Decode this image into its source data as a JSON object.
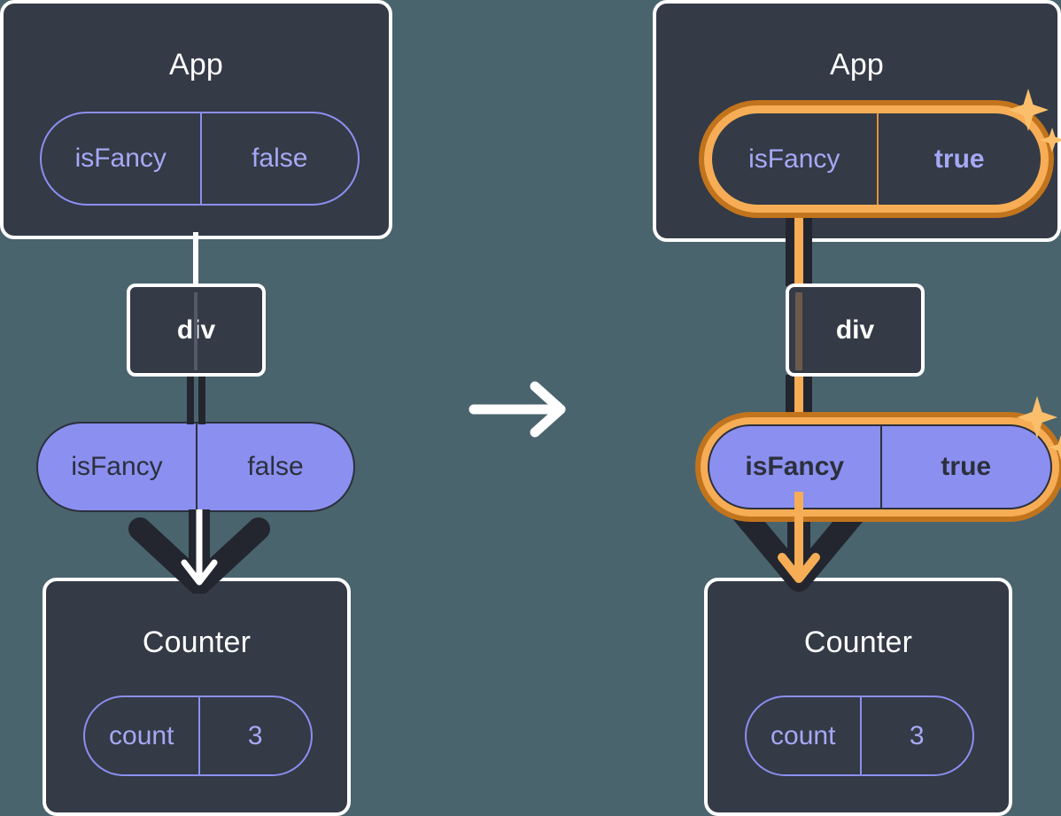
{
  "meta": {
    "colors": {
      "background": "#4a646e",
      "component_box": "#343a46",
      "component_border": "#ffffff",
      "state_purple": "#8b8ff0",
      "state_purple_text": "#a5a9f5",
      "highlight_outer": "#c2741d",
      "highlight_inner": "#f6ad55",
      "wire_dark": "#23262f",
      "wire_white": "#ffffff"
    }
  },
  "before": {
    "app": {
      "title": "App",
      "state": {
        "name": "isFancy",
        "value": "false",
        "highlighted": false
      }
    },
    "div": {
      "label": "div"
    },
    "prop": {
      "name": "isFancy",
      "value": "false",
      "highlighted": false
    },
    "counter": {
      "title": "Counter",
      "state": {
        "name": "count",
        "value": "3",
        "highlighted": false
      }
    }
  },
  "transition": {
    "icon": "arrow-right-icon"
  },
  "after": {
    "app": {
      "title": "App",
      "state": {
        "name": "isFancy",
        "value": "true",
        "highlighted": true
      },
      "sparkle": "sparkles-icon"
    },
    "div": {
      "label": "div"
    },
    "prop": {
      "name": "isFancy",
      "value": "true",
      "highlighted": true,
      "sparkle": "sparkles-icon"
    },
    "counter": {
      "title": "Counter",
      "state": {
        "name": "count",
        "value": "3",
        "highlighted": false
      }
    }
  }
}
